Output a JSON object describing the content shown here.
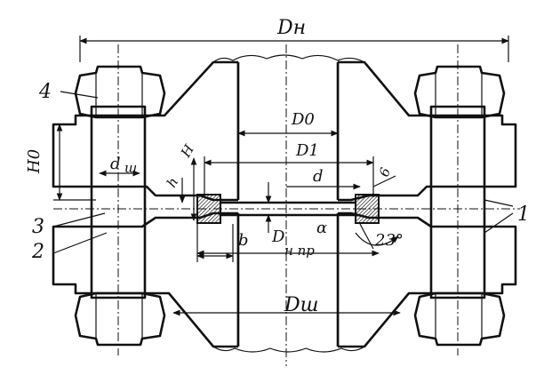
{
  "labels": {
    "d_n": "Dн",
    "d_0": "D0",
    "d_1": "D1",
    "d_small": "d",
    "h_0": "H0",
    "d_sh": "d",
    "d_sh_sub": "ш",
    "h": "h",
    "H": "H",
    "b": "b",
    "d_npr": "D",
    "d_npr_sub": "н пр",
    "alpha": "α",
    "angle": "23°",
    "c6": "6",
    "d_shtuts": "Dш",
    "ref_1": "1",
    "ref_2": "2",
    "ref_3": "3",
    "ref_4": "4"
  },
  "colors": {
    "line": "#111111",
    "background": "#ffffff"
  }
}
